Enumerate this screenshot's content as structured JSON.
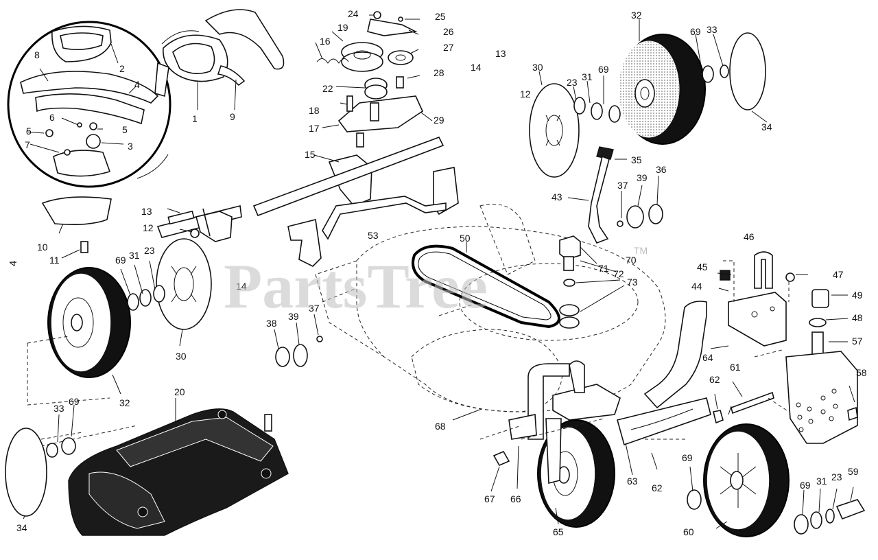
{
  "watermark": {
    "text": "PartsTree",
    "trademark": "TM"
  },
  "side_marker": "4",
  "callouts": [
    {
      "id": "c24",
      "text": "24"
    },
    {
      "id": "c25",
      "text": "25"
    },
    {
      "id": "c26",
      "text": "26"
    },
    {
      "id": "c19",
      "text": "19"
    },
    {
      "id": "c16",
      "text": "16"
    },
    {
      "id": "c27",
      "text": "27"
    },
    {
      "id": "c28",
      "text": "28"
    },
    {
      "id": "c22",
      "text": "22"
    },
    {
      "id": "c18",
      "text": "18"
    },
    {
      "id": "c17",
      "text": "17"
    },
    {
      "id": "c29",
      "text": "29"
    },
    {
      "id": "c15",
      "text": "15"
    },
    {
      "id": "c13a",
      "text": "13"
    },
    {
      "id": "c14a",
      "text": "14"
    },
    {
      "id": "c12a",
      "text": "12"
    },
    {
      "id": "c30a",
      "text": "30"
    },
    {
      "id": "c32a",
      "text": "32"
    },
    {
      "id": "c69a",
      "text": "69"
    },
    {
      "id": "c33a",
      "text": "33"
    },
    {
      "id": "c23a",
      "text": "23"
    },
    {
      "id": "c31a",
      "text": "31"
    },
    {
      "id": "c69b",
      "text": "69"
    },
    {
      "id": "c34a",
      "text": "34"
    },
    {
      "id": "c35",
      "text": "35"
    },
    {
      "id": "c36",
      "text": "36"
    },
    {
      "id": "c37a",
      "text": "37"
    },
    {
      "id": "c39a",
      "text": "39"
    },
    {
      "id": "c43",
      "text": "43"
    },
    {
      "id": "c2",
      "text": "2"
    },
    {
      "id": "c8",
      "text": "8"
    },
    {
      "id": "c4",
      "text": "4"
    },
    {
      "id": "c1",
      "text": "1"
    },
    {
      "id": "c9",
      "text": "9"
    },
    {
      "id": "c6",
      "text": "6"
    },
    {
      "id": "c5a",
      "text": "5"
    },
    {
      "id": "c5b",
      "text": "5"
    },
    {
      "id": "c7",
      "text": "7"
    },
    {
      "id": "c3",
      "text": "3"
    },
    {
      "id": "c13b",
      "text": "13"
    },
    {
      "id": "c12b",
      "text": "12"
    },
    {
      "id": "c10",
      "text": "10"
    },
    {
      "id": "c11",
      "text": "11"
    },
    {
      "id": "c53",
      "text": "53"
    },
    {
      "id": "c50",
      "text": "50"
    },
    {
      "id": "c69c",
      "text": "69"
    },
    {
      "id": "c31b",
      "text": "31"
    },
    {
      "id": "c23b",
      "text": "23"
    },
    {
      "id": "c14b",
      "text": "14"
    },
    {
      "id": "c30b",
      "text": "30"
    },
    {
      "id": "c38a",
      "text": "38"
    },
    {
      "id": "c39b",
      "text": "39"
    },
    {
      "id": "c37b",
      "text": "37"
    },
    {
      "id": "c32b",
      "text": "32"
    },
    {
      "id": "c71",
      "text": "71"
    },
    {
      "id": "c70",
      "text": "70"
    },
    {
      "id": "c72",
      "text": "72"
    },
    {
      "id": "c73",
      "text": "73"
    },
    {
      "id": "c46",
      "text": "46"
    },
    {
      "id": "c45",
      "text": "45"
    },
    {
      "id": "c47",
      "text": "47"
    },
    {
      "id": "c44",
      "text": "44"
    },
    {
      "id": "c49",
      "text": "49"
    },
    {
      "id": "c48",
      "text": "48"
    },
    {
      "id": "c57",
      "text": "57"
    },
    {
      "id": "c64",
      "text": "64"
    },
    {
      "id": "c58",
      "text": "58"
    },
    {
      "id": "c61",
      "text": "61"
    },
    {
      "id": "c62a",
      "text": "62"
    },
    {
      "id": "c20",
      "text": "20"
    },
    {
      "id": "c33b",
      "text": "33"
    },
    {
      "id": "c69d",
      "text": "69"
    },
    {
      "id": "c34b",
      "text": "34"
    },
    {
      "id": "c68",
      "text": "68"
    },
    {
      "id": "c67",
      "text": "67"
    },
    {
      "id": "c66",
      "text": "66"
    },
    {
      "id": "c63",
      "text": "63"
    },
    {
      "id": "c62b",
      "text": "62"
    },
    {
      "id": "c69e",
      "text": "69"
    },
    {
      "id": "c65",
      "text": "65"
    },
    {
      "id": "c60",
      "text": "60"
    },
    {
      "id": "c69f",
      "text": "69"
    },
    {
      "id": "c31c",
      "text": "31"
    },
    {
      "id": "c23c",
      "text": "23"
    },
    {
      "id": "c59",
      "text": "59"
    }
  ]
}
